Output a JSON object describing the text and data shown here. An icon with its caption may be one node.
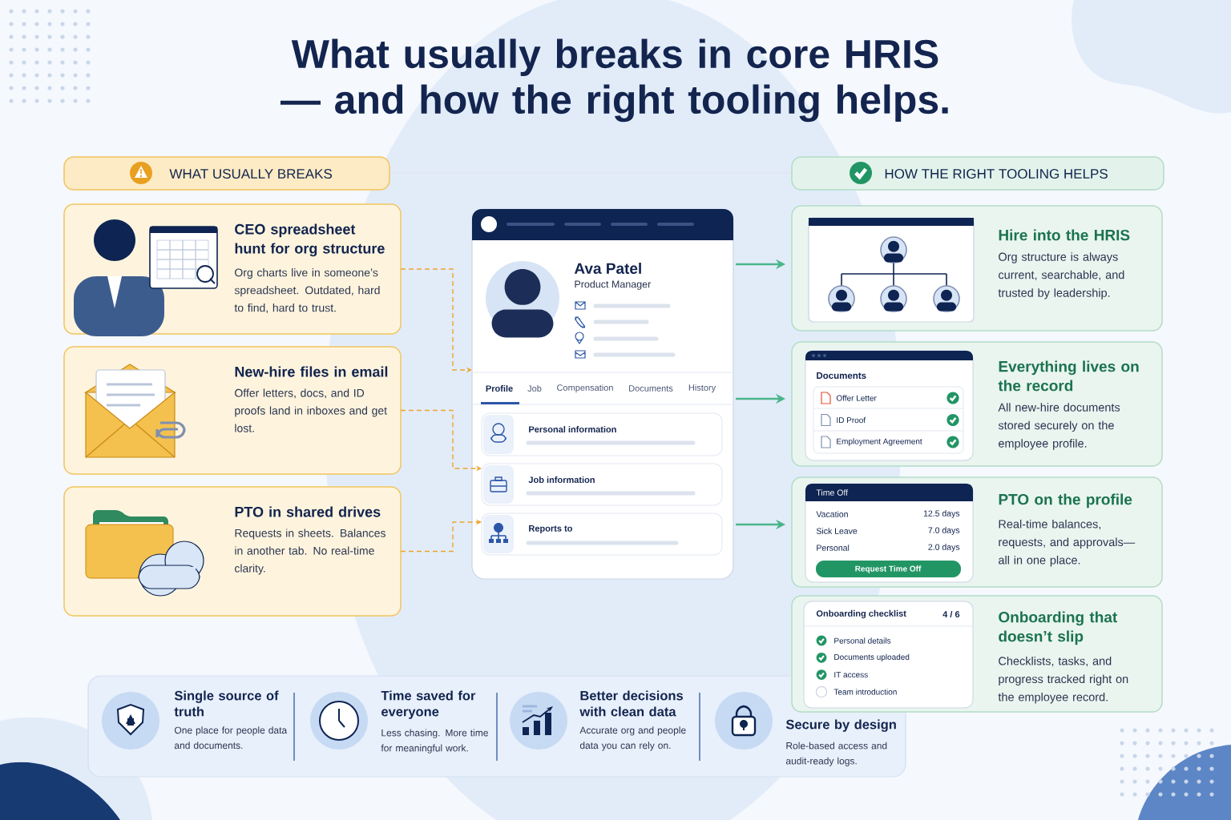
{
  "diagram": {
    "title": "What usually breaks in core HRIS — and how the right tooling helps.",
    "nodes": [
      {
        "text": [
          "WHAT USUALLY BREAKS"
        ]
      },
      {
        "text": [
          "HOW THE RIGHT TOOLING HELPS"
        ]
      },
      {
        "text": [
          "CEO spreadsheet hunt for org structure",
          "Org charts live in someone’s spreadsheet. Outdated, hard to find, hard to trust."
        ]
      },
      {
        "text": [
          "New-hire files in email",
          "Offer letters, docs, and ID proofs land in inboxes and get lost."
        ]
      },
      {
        "text": [
          "PTO in shared drives",
          "Requests in sheets. Balances in another tab. No real-time clarity."
        ]
      },
      {
        "text": [
          "Ava Patel",
          "Product Manager",
          "Profile",
          "Job",
          "Compensation",
          "Documents",
          "History"
        ]
      },
      {
        "text": [
          "Personal information"
        ],
        "in": 5
      },
      {
        "text": [
          "Job information"
        ],
        "in": 5
      },
      {
        "text": [
          "Reports to"
        ],
        "in": 5
      },
      {
        "text": [
          "Hire into the HRIS",
          "Org structure is always current, searchable, and trusted by leadership."
        ]
      },
      {
        "text": [
          "Everything lives on the record",
          "All new-hire documents stored securely on the employee profile."
        ]
      },
      {
        "text": [
          "Documents",
          "Offer Letter",
          "ID Proof",
          "Employment Agreement"
        ],
        "in": 10
      },
      {
        "text": [
          "PTO on the profile",
          "Real-time balances, requests, and approvals— all in one place."
        ]
      },
      {
        "text": [
          "Time Off",
          "Vacation",
          "12.5 days",
          "Sick Leave",
          "7.0 days",
          "Personal",
          "2.0 days",
          "Request Time Off"
        ],
        "in": 12
      },
      {
        "text": [
          "Onboarding that doesn’t slip",
          "Checklists, tasks, and progress tracked right on the employee record."
        ]
      },
      {
        "text": [
          "Onboarding checklist",
          "4 / 6",
          "Personal details",
          "Documents uploaded",
          "IT access",
          "Team introduction"
        ],
        "in": 14
      },
      {
        "text": [
          "Single source of truth",
          "One place for people data and documents.",
          "Time saved for everyone",
          "Less chasing. More time for meaningful work.",
          "Better decisions with clean data",
          "Accurate org and people data you can rely on.",
          "Secure by design",
          "Role-based access and audit-ready logs."
        ]
      }
    ],
    "edges": [
      {
        "from": 2,
        "to": 5,
        "arrow": "to",
        "style": "dashed",
        "color": "#eea42b"
      },
      {
        "from": 3,
        "to": 7,
        "arrow": "to",
        "style": "dashed",
        "color": "#eea42b"
      },
      {
        "from": 4,
        "to": 8,
        "arrow": "to",
        "style": "dashed",
        "color": "#eea42b"
      },
      {
        "from": 5,
        "to": 9,
        "arrow": "to",
        "color": "#4bb58a"
      },
      {
        "from": 5,
        "to": 10,
        "arrow": "to",
        "color": "#4bb58a"
      },
      {
        "from": 5,
        "to": 12,
        "arrow": "to",
        "color": "#4bb58a"
      }
    ]
  }
}
